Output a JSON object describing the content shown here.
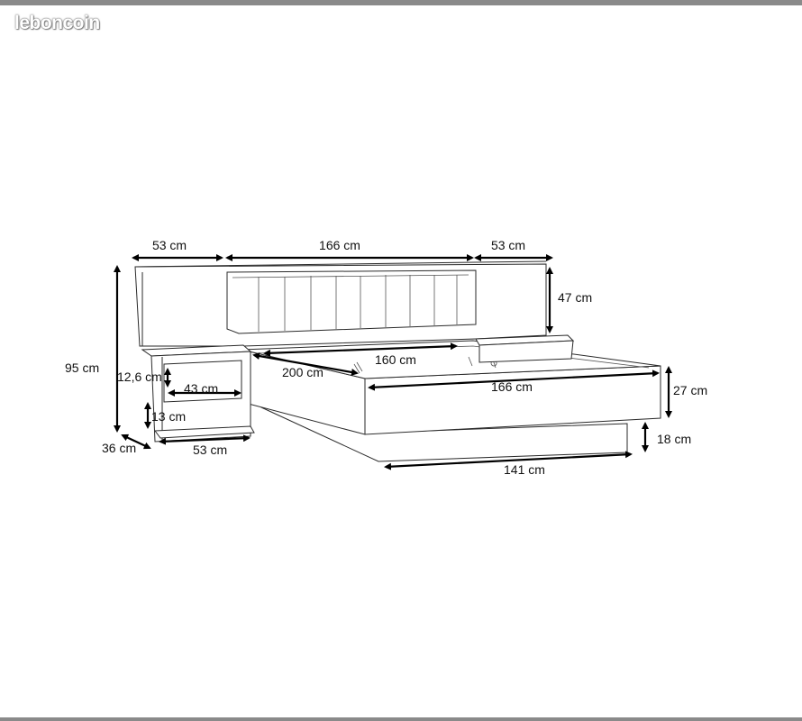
{
  "watermark": "leboncoin",
  "colors": {
    "frame": "#8a8a8a",
    "ink": "#111111",
    "background": "#ffffff"
  },
  "dimensions": {
    "left_table_width": "53 cm",
    "headboard_width": "166 cm",
    "right_table_width": "53 cm",
    "total_height": "95 cm",
    "headboard_panel_height": "47 cm",
    "drawer_height": "12,6 cm",
    "drawer_width": "43 cm",
    "shelf_height": "13 cm",
    "table_depth": "36 cm",
    "table_bottom_width": "53 cm",
    "mattress_width": "160 cm",
    "mattress_length": "200 cm",
    "frame_width": "166 cm",
    "frame_height": "27 cm",
    "base_height": "18 cm",
    "base_width": "141 cm"
  }
}
